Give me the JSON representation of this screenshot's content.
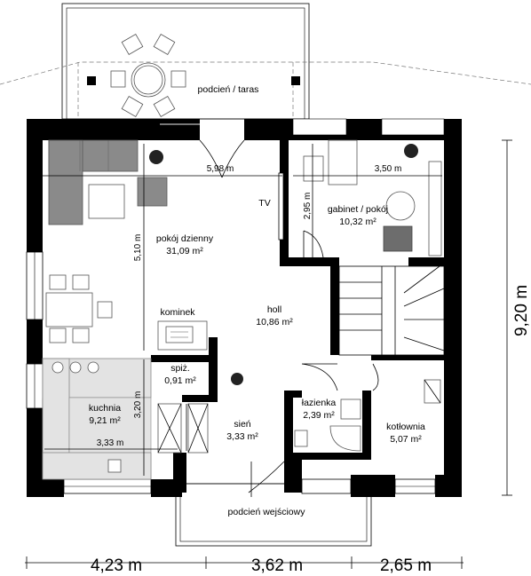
{
  "rooms": {
    "podcien_taras": {
      "name": "podcień / taras"
    },
    "pokoj_dzienny": {
      "name": "pokój dzienny",
      "area": "31,09 m²"
    },
    "gabinet": {
      "name": "gabinet / pokój",
      "area": "10,32 m²"
    },
    "holl": {
      "name": "holl",
      "area": "10,86 m²"
    },
    "kominek": {
      "name": "kominek"
    },
    "spiz": {
      "name": "spiż.",
      "area": "0,91 m²"
    },
    "kuchnia": {
      "name": "kuchnia",
      "area": "9,21 m²"
    },
    "sien": {
      "name": "sień",
      "area": "3,33 m²"
    },
    "lazienka": {
      "name": "łazienka",
      "area": "2,39 m²"
    },
    "kotlownia": {
      "name": "kotłownia",
      "area": "5,07 m²"
    },
    "podcien_wejsciowy": {
      "name": "podcień wejściowy"
    },
    "tv": {
      "name": "TV"
    }
  },
  "dimensions": {
    "living_width": "5,98 m",
    "gabinet_width": "3,50 m",
    "gabinet_depth": "2,95 m",
    "living_depth": "5,10 m",
    "kitchen_depth": "3,20 m",
    "kitchen_width": "3,33 m",
    "total_height": "9,20 m",
    "bottom_left": "4,23 m",
    "bottom_middle": "3,62 m",
    "bottom_right": "2,65 m"
  }
}
